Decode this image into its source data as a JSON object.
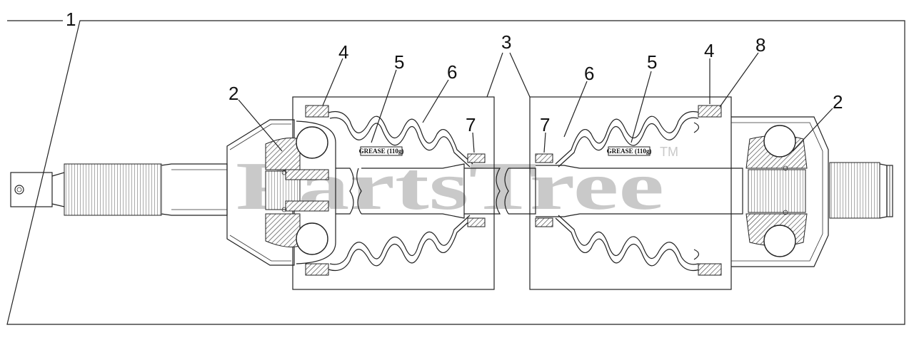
{
  "diagram": {
    "callouts": {
      "c1": "1",
      "c2_left": "2",
      "c2_right": "2",
      "c3": "3",
      "c4_left": "4",
      "c4_right": "4",
      "c5_left": "5",
      "c5_right": "5",
      "c6_left": "6",
      "c6_right": "6",
      "c7_left": "7",
      "c7_right": "7",
      "c8": "8"
    },
    "grease_labels": {
      "left": "GREASE (110g)",
      "right": "GREASE (110g)"
    },
    "watermark": {
      "text": "PartsTree",
      "mark": "TM"
    }
  }
}
